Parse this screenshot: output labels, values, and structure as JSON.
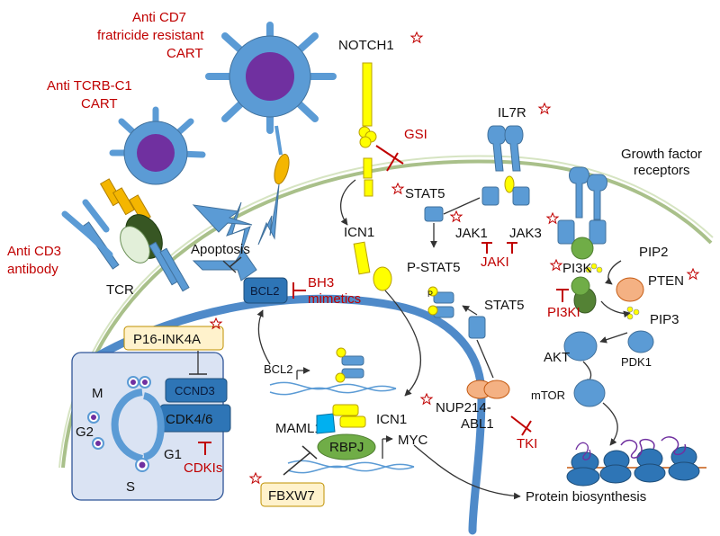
{
  "labels": {
    "anti_cd7": [
      "Anti CD7",
      "fratricide resistant",
      "CART"
    ],
    "anti_tcrb": [
      "Anti TCRB-C1",
      "CART"
    ],
    "anti_cd3": [
      "Anti CD3",
      "antibody"
    ],
    "tcr": "TCR",
    "apoptosis": "Apoptosis",
    "bcl2": "BCL2",
    "bh3": [
      "BH3",
      "mimetics"
    ],
    "notch1": "NOTCH1",
    "gsi": "GSI",
    "icn1_top": "ICN1",
    "il7r": "IL7R",
    "stat5_top": "STAT5",
    "jak1": "JAK1",
    "jak3": "JAK3",
    "jaki": "JAKI",
    "p_stat5": "P-STAT5",
    "stat5_mid": "STAT5",
    "growth_factor": [
      "Growth factor",
      "receptors"
    ],
    "pip2": "PIP2",
    "pi3k": "PI3K",
    "pten": "PTEN",
    "pi3ki": "PI3KI",
    "pip3": "PIP3",
    "akt": "AKT",
    "pdk1": "PDK1",
    "mtor": "mTOR",
    "p16": "P16-INK4A",
    "ccnd3": "CCND3",
    "cdk46": "CDK4/6",
    "cdkis": "CDKIs",
    "phase_m": "M",
    "phase_g2": "G2",
    "phase_s": "S",
    "phase_g1": "G1",
    "bcl2_gene": "BCL2",
    "p": "P",
    "maml1": "MAML1",
    "icn1_nuc": "ICN1",
    "rbpj": "RBPJ",
    "myc": "MYC",
    "fbxw7": "FBXW7",
    "nup214": [
      "NUP214-",
      "ABL1"
    ],
    "tki": "TKI",
    "protein_bio": "Protein biosynthesis"
  }
}
